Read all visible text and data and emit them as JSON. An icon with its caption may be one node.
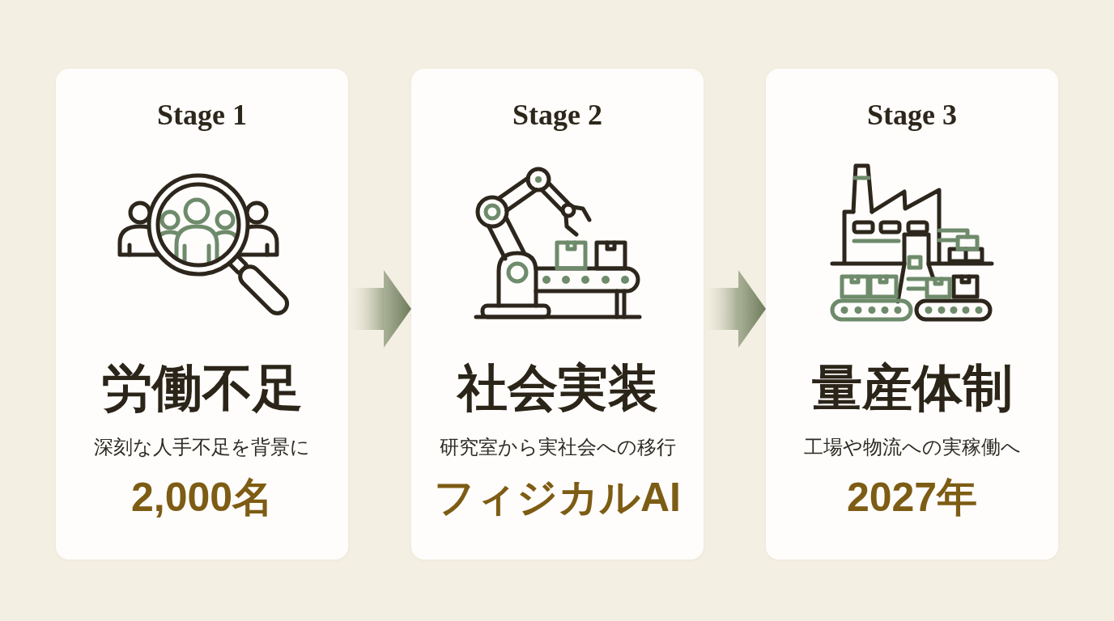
{
  "diagram": {
    "nodes": [
      {
        "text": [
          "Stage 1",
          "労働不足",
          "深刻な人手不足を背景に",
          "2,000名"
        ]
      },
      {
        "text": [
          "Stage 2",
          "社会実装",
          "研究室から実社会への移行",
          "フィジカルAI"
        ]
      },
      {
        "text": [
          "Stage 3",
          "量産体制",
          "工場や物流への実稼働へ",
          "2027年"
        ]
      }
    ],
    "edges": [
      {
        "from": 0,
        "to": 1,
        "arrow": "to"
      },
      {
        "from": 1,
        "to": 2,
        "arrow": "to"
      }
    ]
  }
}
